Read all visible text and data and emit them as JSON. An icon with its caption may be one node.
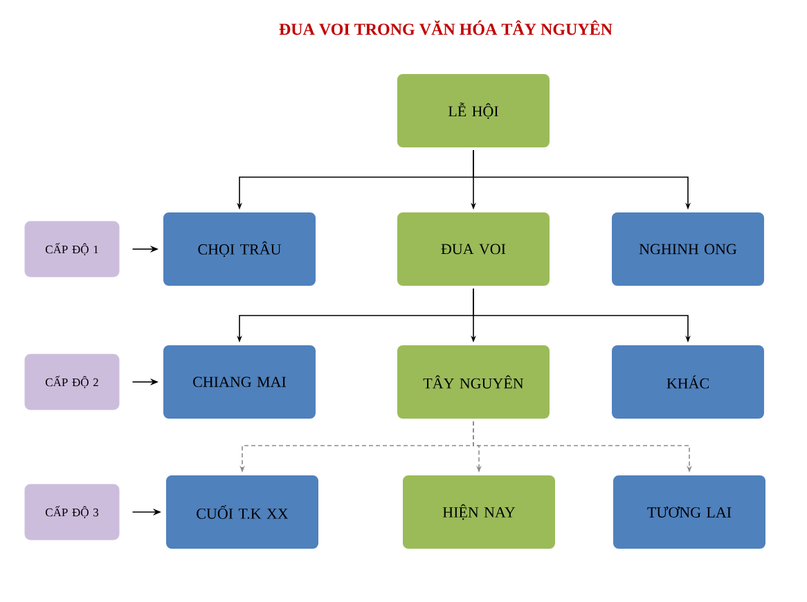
{
  "diagram": {
    "title": "ĐUA VOI TRONG VĂN HÓA TÂY NGUYÊN",
    "nodes": [
      {
        "text": [
          "LỄ HỘI"
        ]
      },
      {
        "text": [
          "CẤP ĐỘ 1"
        ]
      },
      {
        "text": [
          "CHỌI TRÂU"
        ]
      },
      {
        "text": [
          "ĐUA VOI"
        ]
      },
      {
        "text": [
          "NGHINH ONG"
        ]
      },
      {
        "text": [
          "CẤP ĐỘ 2"
        ]
      },
      {
        "text": [
          "CHIANG MAI"
        ]
      },
      {
        "text": [
          "TÂY NGUYÊN"
        ]
      },
      {
        "text": [
          "KHÁC"
        ]
      },
      {
        "text": [
          "CẤP ĐỘ 3"
        ]
      },
      {
        "text": [
          "CUỐI T.K XX"
        ]
      },
      {
        "text": [
          "HIỆN NAY"
        ]
      },
      {
        "text": [
          "TƯƠNG LAI"
        ]
      }
    ],
    "edges": [
      {
        "from": 0,
        "to": 2,
        "arrow": "to"
      },
      {
        "from": 0,
        "to": 3,
        "arrow": "to"
      },
      {
        "from": 0,
        "to": 4,
        "arrow": "to"
      },
      {
        "from": 1,
        "to": 2,
        "arrow": "to"
      },
      {
        "from": 3,
        "to": 6,
        "arrow": "to"
      },
      {
        "from": 3,
        "to": 7,
        "arrow": "to"
      },
      {
        "from": 3,
        "to": 8,
        "arrow": "to"
      },
      {
        "from": 5,
        "to": 6,
        "arrow": "to"
      },
      {
        "from": 7,
        "to": 10,
        "arrow": "to",
        "style": "dashed",
        "color": "#8c8c8c"
      },
      {
        "from": 7,
        "to": 11,
        "arrow": "to",
        "style": "dashed",
        "color": "#8c8c8c"
      },
      {
        "from": 7,
        "to": 12,
        "arrow": "to",
        "style": "dashed",
        "color": "#8c8c8c"
      },
      {
        "from": 9,
        "to": 10,
        "arrow": "to"
      }
    ]
  }
}
